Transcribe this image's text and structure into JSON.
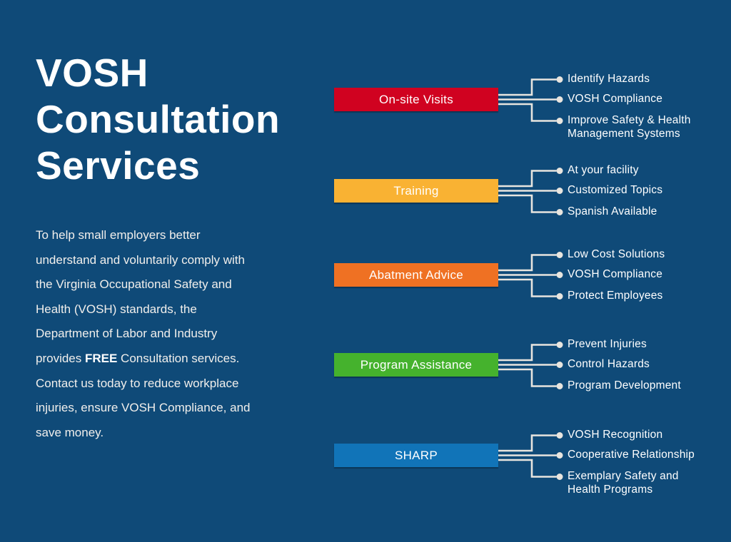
{
  "page": {
    "background_color": "#0f4a78",
    "title": "VOSH\nConsultation\nServices",
    "intro": {
      "part1": "To help small employers better\nunderstand and voluntarily comply with\nthe Virginia Occupational Safety and\nHealth (VOSH) standards, the\nDepartment of Labor and Industry\nprovides ",
      "bold": "FREE",
      "part2": " Consultation services.\nContact us today to reduce workplace\ninjuries, ensure VOSH Compliance, and\nsave money."
    },
    "connector_color": "#e8e5df",
    "text_color": "#ffffff"
  },
  "services": [
    {
      "label": "On-site Visits",
      "color": "#d00220",
      "items": [
        "Identify Hazards",
        "VOSH Compliance",
        "Improve Safety & Health\nManagement Systems"
      ]
    },
    {
      "label": "Training",
      "color": "#f9b233",
      "items": [
        "At your facility",
        "Customized Topics",
        "Spanish Available"
      ]
    },
    {
      "label": "Abatment Advice",
      "color": "#ef7123",
      "items": [
        "Low Cost Solutions",
        "VOSH Compliance",
        "Protect Employees"
      ]
    },
    {
      "label": "Program Assistance",
      "color": "#45b22d",
      "items": [
        "Prevent Injuries",
        "Control Hazards",
        "Program Development"
      ]
    },
    {
      "label": "SHARP",
      "color": "#1174b8",
      "items": [
        "VOSH Recognition",
        "Cooperative Relationship",
        "Exemplary Safety and\nHealth Programs"
      ]
    }
  ]
}
